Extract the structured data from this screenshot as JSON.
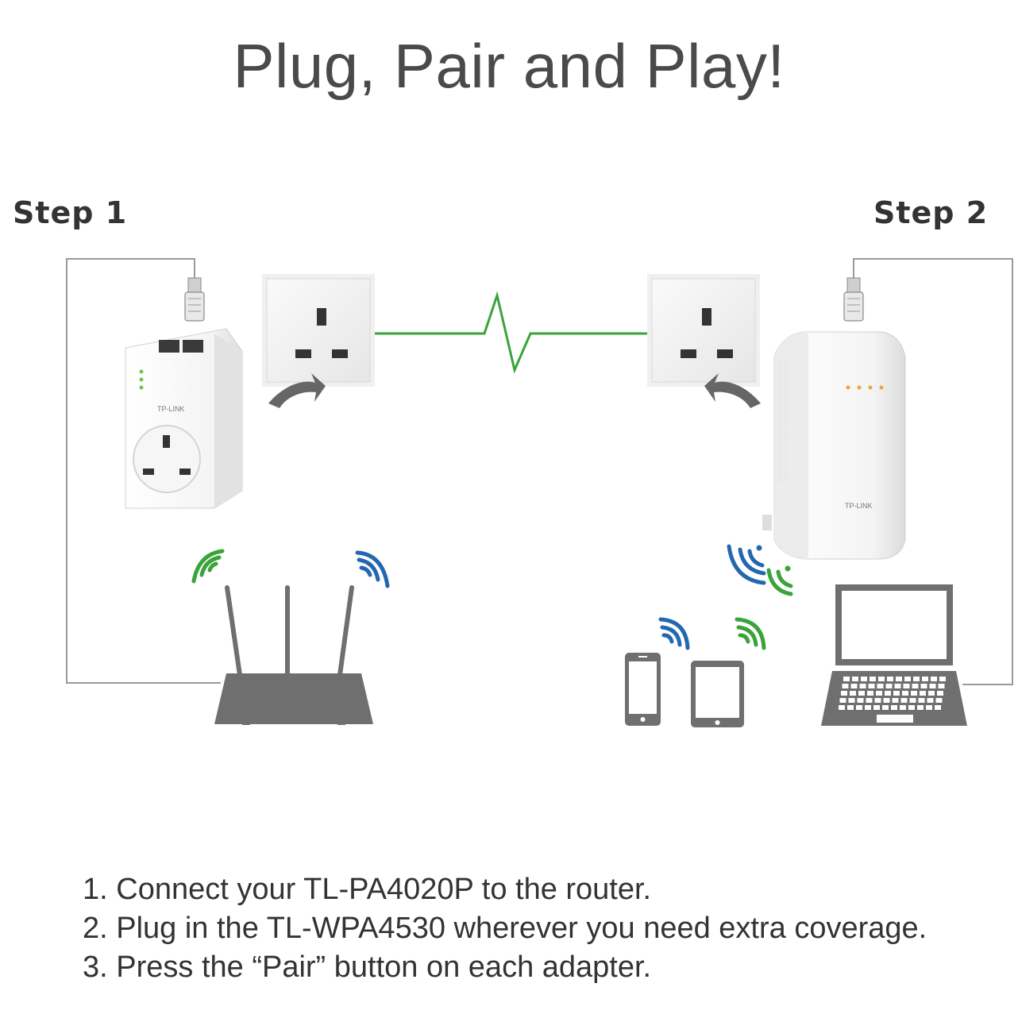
{
  "title": "Plug, Pair and Play!",
  "steps": {
    "step1_label": "Step 1",
    "step2_label": "Step 2"
  },
  "devices": {
    "adapter1_brand": "TP-LINK",
    "adapter2_brand": "TP-LINK"
  },
  "instructions": [
    "1. Connect your TL-PA4020P to the router.",
    "2. Plug in the TL-WPA4530 wherever you need extra coverage.",
    "3. Press the “Pair” button on each adapter."
  ],
  "colors": {
    "text": "#4a4a4a",
    "green": "#3aa33a",
    "blue": "#2367b0",
    "device_grey": "#6f6f6f",
    "line_grey": "#9a9a9a"
  },
  "icons": [
    "socket-icon",
    "arrow-icon",
    "ethernet-plug-icon",
    "router-icon",
    "wifi-icon",
    "phone-icon",
    "tablet-icon",
    "laptop-icon",
    "powerline-signal-icon"
  ]
}
